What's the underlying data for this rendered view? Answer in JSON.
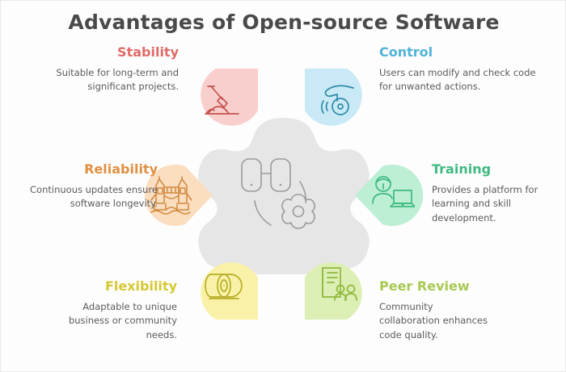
{
  "page": {
    "title": "Advantages of Open-source Software",
    "background_color": "#fdfdfd",
    "title_color": "#4a4a4a",
    "center": {
      "shape_color": "#e6e6e6",
      "icon_name": "glasses-and-gear-icon",
      "icon_color": "#9b9b9b"
    }
  },
  "items": [
    {
      "id": "stability",
      "heading": "Stability",
      "body": "Suitable for long-term and significant projects.",
      "heading_color": "#e06b67",
      "petal_color": "#f9cfcd",
      "icon_color": "#c4524f",
      "icon_name": "shovel-dig-icon",
      "align": "right"
    },
    {
      "id": "control",
      "heading": "Control",
      "body": "Users can modify and check code for unwanted actions.",
      "heading_color": "#4fb3d9",
      "petal_color": "#c8e9f5",
      "icon_color": "#2f8aa8",
      "icon_name": "hand-on-dial-icon",
      "align": "left"
    },
    {
      "id": "reliability",
      "heading": "Reliability",
      "body": "Continuous updates ensure software longevity.",
      "heading_color": "#e09042",
      "petal_color": "#fbddc0",
      "icon_color": "#d18a3d",
      "icon_name": "tower-bridge-icon",
      "align": "right"
    },
    {
      "id": "training",
      "heading": "Training",
      "body": "Provides a platform for learning and skill development.",
      "heading_color": "#3fba80",
      "petal_color": "#bdefd5",
      "icon_color": "#3fba80",
      "icon_name": "person-with-laptop-icon",
      "align": "left"
    },
    {
      "id": "flexibility",
      "heading": "Flexibility",
      "body": "Adaptable to unique business or community needs.",
      "heading_color": "#d6c832",
      "petal_color": "#faf1a8",
      "icon_color": "#b7ad26",
      "icon_name": "tape-roll-icon",
      "align": "right"
    },
    {
      "id": "peer-review",
      "heading": "Peer Review",
      "body": "Community collaboration enhances code quality.",
      "heading_color": "#a8c953",
      "petal_color": "#dcefb4",
      "icon_color": "#90b93d",
      "icon_name": "document-with-people-icon",
      "align": "left"
    }
  ]
}
